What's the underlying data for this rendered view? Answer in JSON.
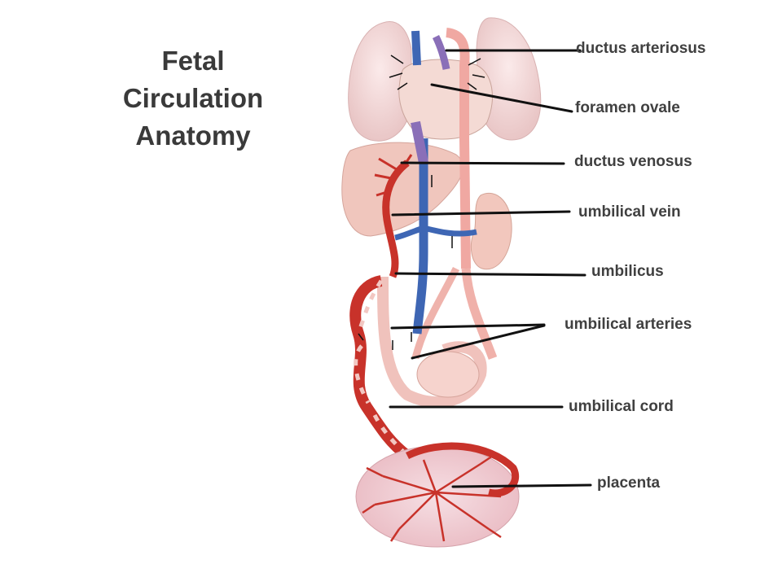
{
  "title": {
    "line1": "Fetal",
    "line2": "Circulation",
    "line3": "Anatomy"
  },
  "labels": {
    "ductus_arteriosus": "ductus arteriosus",
    "foramen_ovale": "foramen ovale",
    "ductus_venosus": "ductus venosus",
    "umbilical_vein": "umbilical vein",
    "umbilicus": "umbilicus",
    "umbilical_arteries": "umbilical arteries",
    "umbilical_cord": "umbilical cord",
    "placenta": "placenta"
  },
  "colors": {
    "artery_red": "#c8322a",
    "vein_blue": "#3e66b4",
    "mixed_purple": "#8a6fb8",
    "tissue_pink": "#f2c7c2",
    "leader_line": "#111111",
    "label_text": "#404040"
  }
}
